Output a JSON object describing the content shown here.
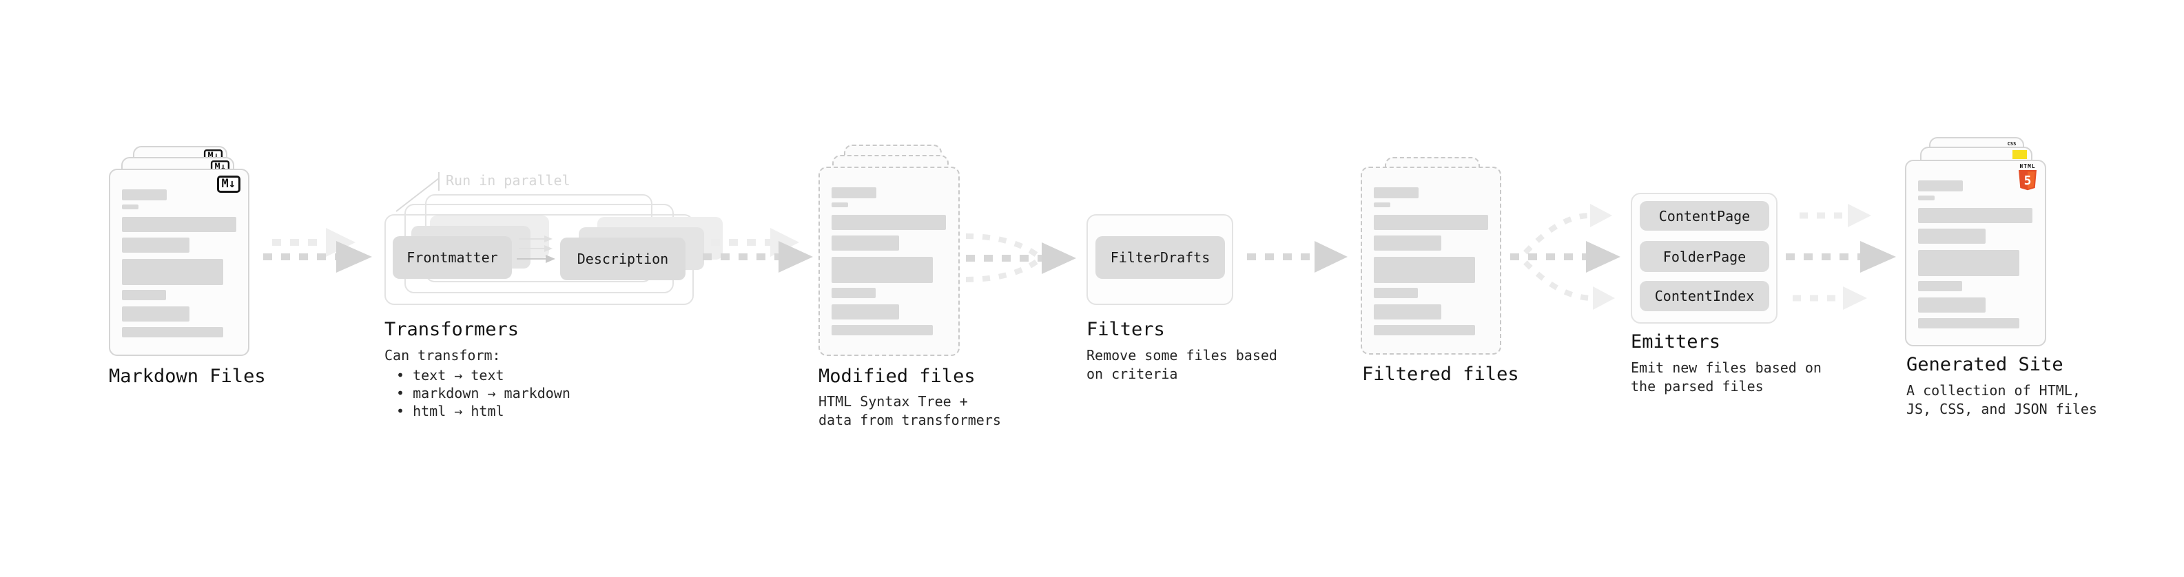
{
  "colors": {
    "page_bg": "#ffffff",
    "card_border": "#d5d5d5",
    "placeholder_bar": "#d9d9d9",
    "pill_gray": "#dcdcdc",
    "arrow_dark": "#d4d4d4",
    "arrow_light": "#ececec",
    "html5_orange": "#e44d26",
    "html5_orange_light": "#f16529",
    "js_yellow": "#f7df1e",
    "css_blue": "#2962ff"
  },
  "icons": {
    "markdown_logo": "M↓",
    "html5_label": "HTML",
    "html5_shield": "5",
    "css_badge": "CSS"
  },
  "stages": {
    "markdown_files": {
      "title": "Markdown Files"
    },
    "transformers": {
      "title": "Transformers",
      "annotation": "Run in parallel",
      "pill_frontmatter": "Frontmatter",
      "pill_description": "Description",
      "desc_heading": "Can transform:",
      "bullets": [
        "• text → text",
        "• markdown → markdown",
        "• html → html"
      ]
    },
    "modified_files": {
      "title": "Modified files",
      "desc": "HTML Syntax Tree +\ndata from transformers"
    },
    "filters": {
      "title": "Filters",
      "pill": "FilterDrafts",
      "desc": "Remove some files based\non criteria"
    },
    "filtered_files": {
      "title": "Filtered files"
    },
    "emitters": {
      "title": "Emitters",
      "pills": [
        "ContentPage",
        "FolderPage",
        "ContentIndex"
      ],
      "desc": "Emit new files based on\nthe parsed files"
    },
    "generated_site": {
      "title": "Generated Site",
      "desc": "A collection of HTML,\nJS, CSS, and JSON files"
    }
  }
}
